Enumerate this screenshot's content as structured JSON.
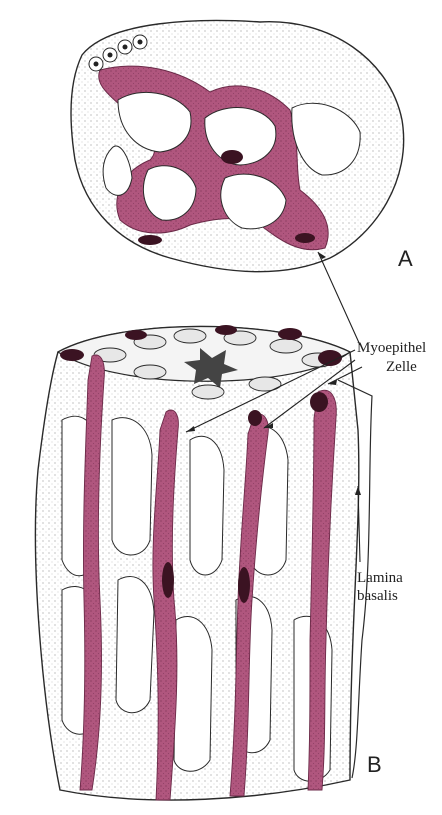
{
  "labels": {
    "panel_a": "A",
    "panel_b": "B",
    "myoepithel_line1": "Myoepithel",
    "myoepithel_line2": "Zelle",
    "lamina_line1": "Lamina",
    "lamina_line2": "basalis"
  },
  "colors": {
    "myoepithelial_fill": "#b0567e",
    "nucleus_dark": "#3b1322",
    "outline": "#2a2a2a",
    "background": "#ffffff"
  }
}
